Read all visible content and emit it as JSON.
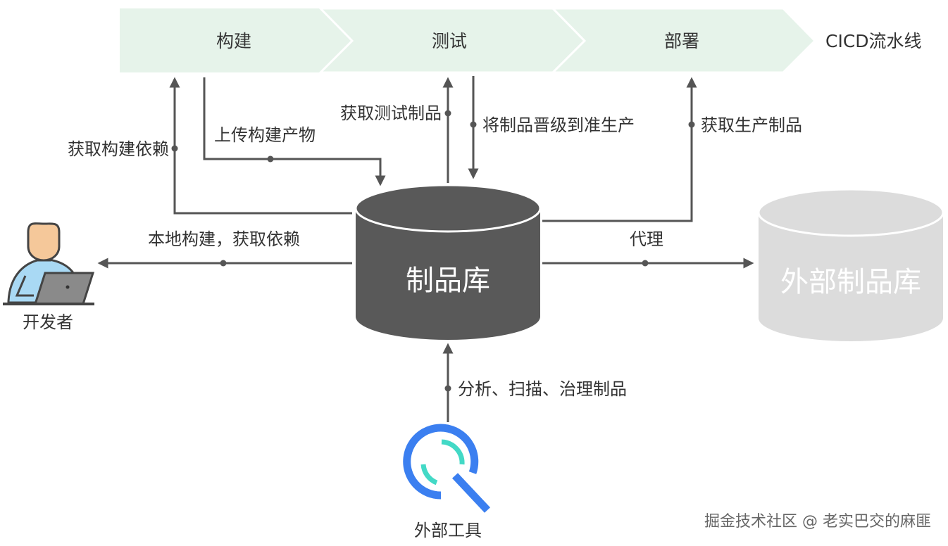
{
  "pipeline": {
    "stages": [
      "构建",
      "测试",
      "部署"
    ],
    "label": "CICD流水线"
  },
  "repo": {
    "label": "制品库"
  },
  "external_repo": {
    "label": "外部制品库"
  },
  "developer": {
    "label": "开发者"
  },
  "external_tool": {
    "label": "外部工具"
  },
  "flows": {
    "get_build_deps": "获取构建依赖",
    "upload_artifacts": "上传构建产物",
    "get_test_artifacts": "获取测试制品",
    "promote": "将制品晋级到准生产",
    "get_prod_artifacts": "获取生产制品",
    "local_build": "本地构建，获取依赖",
    "proxy": "代理",
    "analyze": "分析、扫描、治理制品"
  },
  "watermark": "掘金技术社区 @ 老实巴交的麻匪",
  "colors": {
    "pipeline_fill": "#e6f3ea",
    "repo_fill": "#595959",
    "external_repo_fill": "#dcdcdc",
    "line": "#555555",
    "tool_blue": "#3b7ff0",
    "tool_teal": "#43d9c6",
    "skin": "#f5c89a",
    "shirt": "#a9d9f4"
  }
}
